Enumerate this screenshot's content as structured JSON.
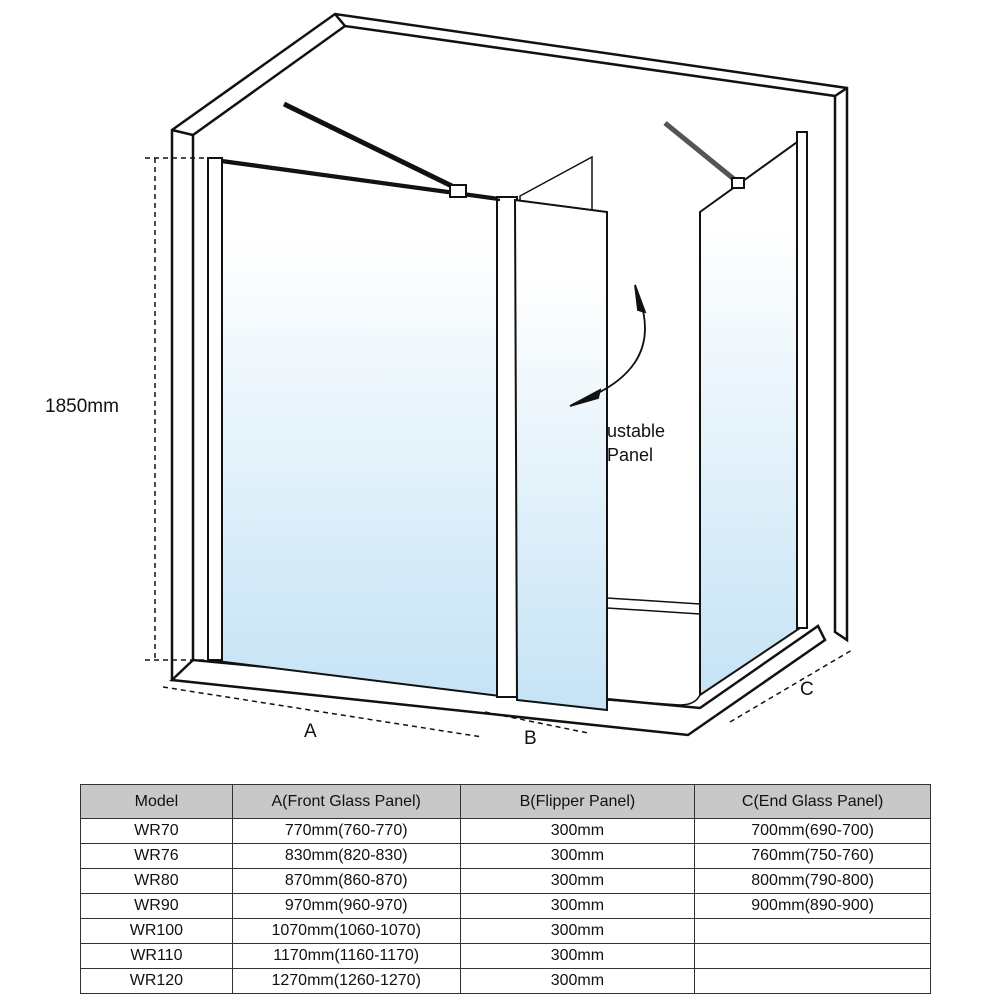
{
  "diagram": {
    "height_label": "1850mm",
    "dim_a": "A",
    "dim_b": "B",
    "dim_c": "C",
    "panel_note_line1": "ustable",
    "panel_note_line2": "Panel",
    "glass_color": "#c5e3f5"
  },
  "table": {
    "headers": [
      "Model",
      "A(Front Glass Panel)",
      "B(Flipper Panel)",
      "C(End Glass Panel)"
    ],
    "rows": [
      [
        "WR70",
        "770mm(760-770)",
        "300mm",
        "700mm(690-700)"
      ],
      [
        "WR76",
        "830mm(820-830)",
        "300mm",
        "760mm(750-760)"
      ],
      [
        "WR80",
        "870mm(860-870)",
        "300mm",
        "800mm(790-800)"
      ],
      [
        "WR90",
        "970mm(960-970)",
        "300mm",
        "900mm(890-900)"
      ],
      [
        "WR100",
        "1070mm(1060-1070)",
        "300mm",
        ""
      ],
      [
        "WR110",
        "1170mm(1160-1170)",
        "300mm",
        ""
      ],
      [
        "WR120",
        "1270mm(1260-1270)",
        "300mm",
        ""
      ]
    ]
  }
}
